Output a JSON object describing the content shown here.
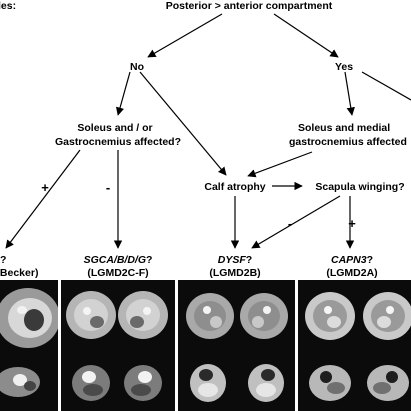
{
  "diagram": {
    "top_left_fragment": "les:",
    "root": "Posterior > anterior compartment",
    "no": "No",
    "yes": "Yes",
    "left_question_line1": "Soleus  and /  or",
    "left_question_line2": "Gastrocnemius affected?",
    "right_question_line1": "Soleus and medial",
    "right_question_line2": "gastrocnemius affected",
    "calf_atrophy": "Calf atrophy",
    "scapula_winging": "Scapula winging?",
    "plus": "+",
    "minus": "-",
    "outcomes": [
      {
        "gene": "?",
        "disease": "/Becker)"
      },
      {
        "gene": "SGCA/B/D/G",
        "gene_suffix": "?",
        "disease": "(LGMD2C-F)"
      },
      {
        "gene": "DYSF",
        "gene_suffix": "?",
        "disease": "(LGMD2B)"
      },
      {
        "gene": "CAPN3",
        "gene_suffix": "?",
        "disease": "(LGMD2A)"
      }
    ]
  },
  "mri_panels": [
    {
      "name": "mri-panel-dystrophinopathy"
    },
    {
      "name": "mri-panel-sarcoglycanopathy"
    },
    {
      "name": "mri-panel-dysferlinopathy"
    },
    {
      "name": "mri-panel-calpainopathy"
    }
  ],
  "colors": {
    "background": "#ffffff",
    "text": "#000000",
    "mri_background": "#0b0b0b"
  }
}
